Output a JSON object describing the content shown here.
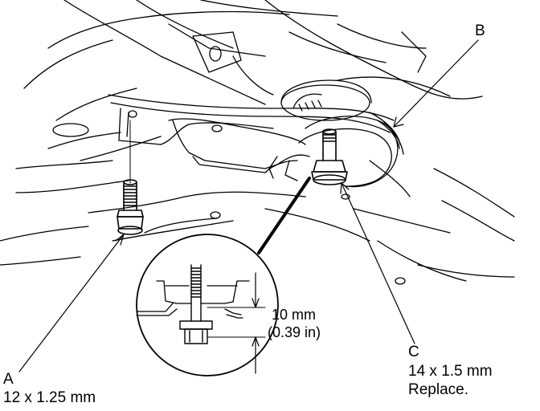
{
  "callouts": {
    "a": {
      "letter": "A",
      "spec": "12 x 1.25 mm"
    },
    "b": {
      "letter": "B"
    },
    "c": {
      "letter": "C",
      "spec": "14 x 1.5 mm",
      "note": "Replace."
    }
  },
  "dimension": {
    "metric": "10 mm",
    "imperial": "(0.39 in)"
  }
}
